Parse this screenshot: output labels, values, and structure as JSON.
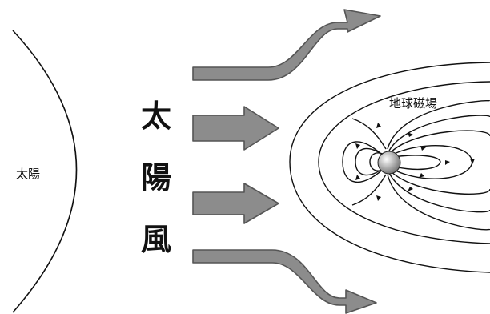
{
  "labels": {
    "sun": "太陽",
    "solar_wind": [
      "太",
      "陽",
      "風"
    ],
    "magnetic_field": "地球磁場"
  },
  "colors": {
    "line": "#111111",
    "arrow_fill": "#8c8c8c",
    "arrow_stroke": "#555555",
    "earth_highlight": "#ffffff",
    "earth_shadow": "#6e6e6e"
  },
  "icons": {
    "sun": "sun-boundary-arc",
    "earth": "earth-sphere",
    "wind_arrows": "block-arrow"
  }
}
